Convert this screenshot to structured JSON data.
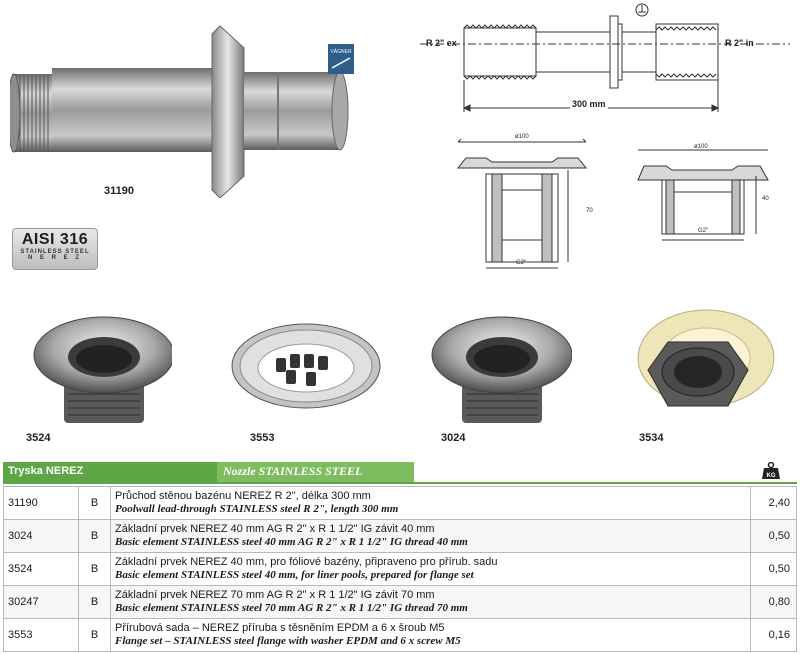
{
  "photos": {
    "pipe_code": "31190",
    "brand_tag": "VÁGNER",
    "flange_codes": [
      "3524",
      "3553",
      "3024",
      "3534"
    ]
  },
  "badge": {
    "line1": "AISI 316",
    "line2": "STAINLESS STEEL",
    "line3": "N E R E Z"
  },
  "drawing": {
    "left_label": "R 2\" ex",
    "right_label": "R 2\" in",
    "length_label": "300 mm",
    "sec1_diam": "ø100",
    "sec1_height": "70",
    "sec1_thread": "G2\"",
    "sec2_diam": "ø100",
    "sec2_height": "40",
    "sec2_thread": "G2\""
  },
  "table": {
    "title_cz": "Tryska NEREZ",
    "title_en": "Nozzle STAINLESS STEEL",
    "weight_icon": "kg-weight-icon",
    "rows": [
      {
        "code": "31190",
        "class": "B",
        "cz": "Průchod stěnou bazénu NEREZ R 2\", délka 300 mm",
        "en": "Poolwall lead-through STAINLESS steel R 2\", length 300 mm",
        "weight": "2,40"
      },
      {
        "code": "3024",
        "class": "B",
        "cz": "Základní prvek NEREZ 40 mm AG R 2\" x R 1 1/2\" IG závit 40 mm",
        "en": "Basic element STAINLESS steel 40 mm AG R 2\" x R 1 1/2\" IG thread 40 mm",
        "weight": "0,50"
      },
      {
        "code": "3524",
        "class": "B",
        "cz": "Základní prvek NEREZ 40 mm, pro fóliové bazény, připraveno pro přírub. sadu",
        "en": "Basic element STAINLESS steel 40 mm, for liner pools, prepared for flange set",
        "weight": "0,50"
      },
      {
        "code": "30247",
        "class": "B",
        "cz": "Základní prvek NEREZ 70 mm AG R 2\" x R 1 1/2\" IG závit 70 mm",
        "en": "Basic element STAINLESS steel 70 mm AG R 2\" x R 1 1/2\" IG thread 70 mm",
        "weight": "0,80"
      },
      {
        "code": "3553",
        "class": "B",
        "cz": "Přírubová sada – NEREZ příruba s těsněním EPDM a 6 x šroub M5",
        "en": "Flange set – STAINLESS steel flange with washer EPDM and 6 x screw M5",
        "weight": "0,16"
      }
    ]
  }
}
